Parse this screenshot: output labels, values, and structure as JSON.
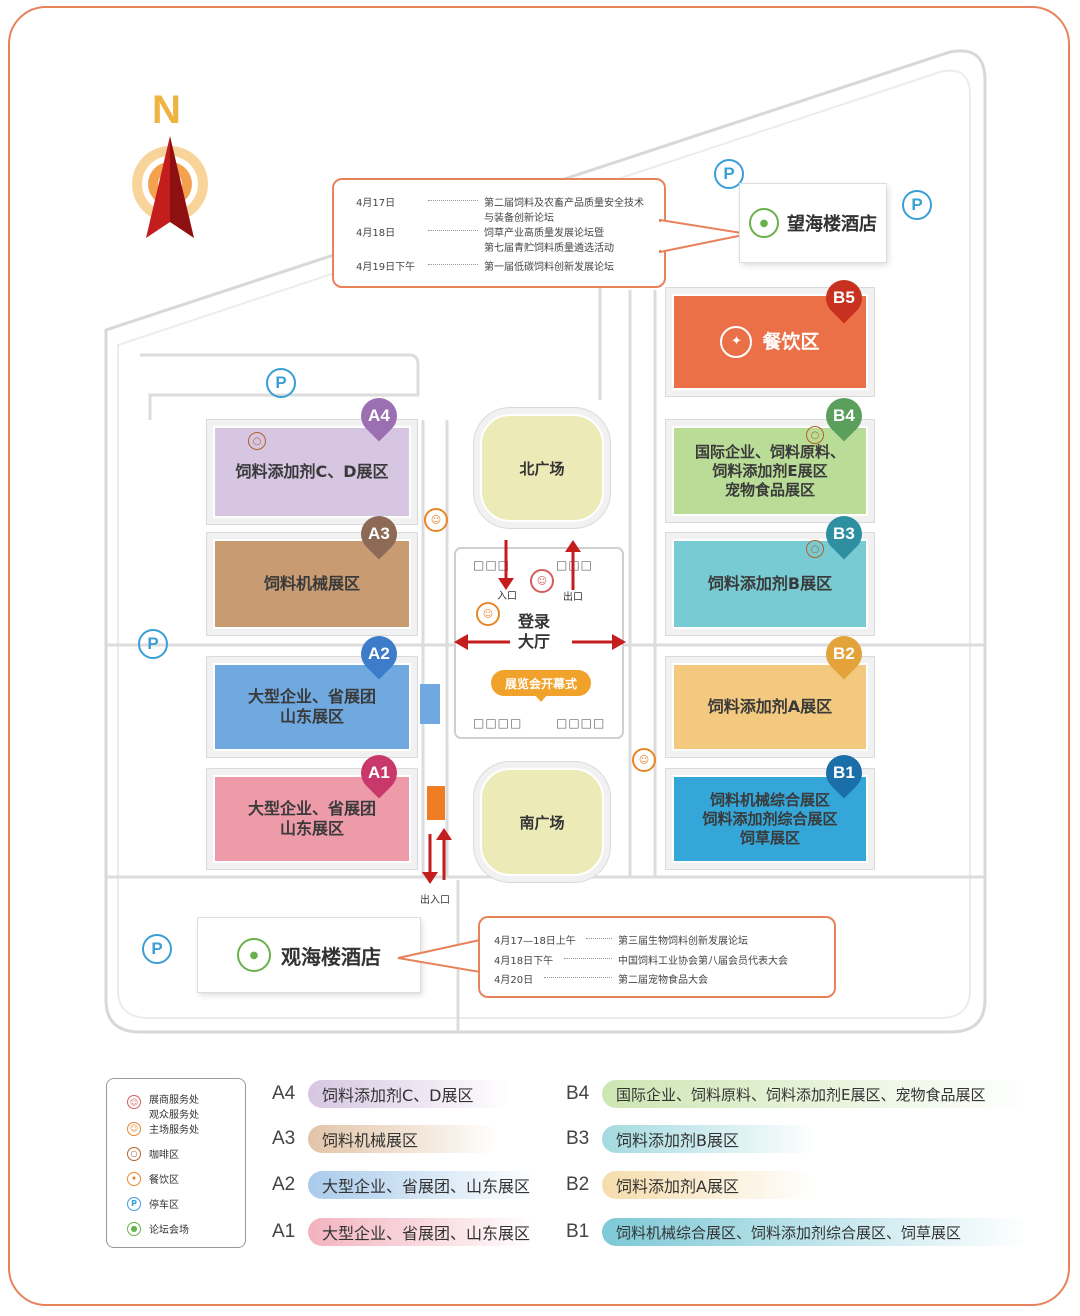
{
  "compass": {
    "letter": "N"
  },
  "plazas": {
    "north": "北广场",
    "south": "南广场"
  },
  "lobby": {
    "label_line1": "登录",
    "label_line2": "大厅",
    "entrance": "入口",
    "exit": "出口",
    "ceremony": "展览会开幕式",
    "side_gate": "出入口"
  },
  "halls": {
    "A4": {
      "code": "A4",
      "name": "饲料添加剂C、D展区",
      "color": "#d7c6e2",
      "tag_color": "#9b6fb1"
    },
    "A3": {
      "code": "A3",
      "name": "饲料机械展区",
      "color": "#c89b72",
      "tag_color": "#8c6a55"
    },
    "A2": {
      "code": "A2",
      "name_line1": "大型企业、省展团",
      "name_line2": "山东展区",
      "color": "#6fa9df",
      "tag_color": "#3d7cc9"
    },
    "A1": {
      "code": "A1",
      "name_line1": "大型企业、省展团",
      "name_line2": "山东展区",
      "color": "#ed9aa9",
      "tag_color": "#c9386b"
    },
    "B5": {
      "code": "B5",
      "name": "餐饮区",
      "color": "#ec7047",
      "tag_color": "#c8311f"
    },
    "B4": {
      "code": "B4",
      "name_line1": "国际企业、饲料原料、",
      "name_line2": "饲料添加剂E展区",
      "name_line3": "宠物食品展区",
      "color": "#b9dc97",
      "tag_color": "#5aa05c"
    },
    "B3": {
      "code": "B3",
      "name": "饲料添加剂B展区",
      "color": "#78cbd3",
      "tag_color": "#2e8fa0"
    },
    "B2": {
      "code": "B2",
      "name": "饲料添加剂A展区",
      "color": "#f2c97f",
      "tag_color": "#e3a23a"
    },
    "B1": {
      "code": "B1",
      "name_line1": "饲料机械综合展区",
      "name_line2": "饲料添加剂综合展区",
      "name_line3": "饲草展区",
      "color": "#34a6d8",
      "tag_color": "#1a6fa8"
    }
  },
  "hotels": {
    "north": {
      "name": "望海楼酒店"
    },
    "south": {
      "name": "观海楼酒店"
    }
  },
  "forums_north": [
    {
      "date": "4月17日",
      "title_line1": "第二届饲料及农畜产品质量安全技术",
      "title_line2": "与装备创新论坛"
    },
    {
      "date": "4月18日",
      "title_line1": "饲草产业高质量发展论坛暨",
      "title_line2": "第七届青贮饲料质量遴选活动"
    },
    {
      "date": "4月19日下午",
      "title_line1": "第一届低碳饲料创新发展论坛",
      "title_line2": ""
    }
  ],
  "forums_south": [
    {
      "date": "4月17—18日上午",
      "title": "第三届生物饲料创新发展论坛"
    },
    {
      "date": "4月18日下午",
      "title": "中国饲料工业协会第八届会员代表大会"
    },
    {
      "date": "4月20日",
      "title": "第二届宠物食品大会"
    }
  ],
  "parking_label": "P",
  "legend": [
    {
      "icon": "service-icon",
      "label": "展商服务处",
      "label2": "观众服务处",
      "color": "#d65c5c"
    },
    {
      "icon": "main-service-icon",
      "label": "主场服务处",
      "label2": "",
      "color": "#e8862a"
    },
    {
      "icon": "coffee-icon",
      "label": "咖啡区",
      "label2": "",
      "color": "#b0622a"
    },
    {
      "icon": "dining-icon",
      "label": "餐饮区",
      "label2": "",
      "color": "#e8862a"
    },
    {
      "icon": "parking-icon",
      "label": "停车区",
      "label2": "",
      "color": "#3a9fd6"
    },
    {
      "icon": "forum-icon",
      "label": "论坛会场",
      "label2": "",
      "color": "#6ab04c"
    }
  ],
  "key_left": [
    {
      "code": "A4",
      "text": "饲料添加剂C、D展区",
      "color": "#d7c6e2"
    },
    {
      "code": "A3",
      "text": "饲料机械展区",
      "color": "#e2c4a8"
    },
    {
      "code": "A2",
      "text": "大型企业、省展团、山东展区",
      "color": "#a9cbeb"
    },
    {
      "code": "A1",
      "text": "大型企业、省展团、山东展区",
      "color": "#f2b3be"
    }
  ],
  "key_right": [
    {
      "code": "B4",
      "text": "国际企业、饲料原料、饲料添加剂E展区、宠物食品展区",
      "color": "#cde6b3"
    },
    {
      "code": "B3",
      "text": "饲料添加剂B展区",
      "color": "#a3dadf"
    },
    {
      "code": "B2",
      "text": "饲料添加剂A展区",
      "color": "#f5dcab"
    },
    {
      "code": "B1",
      "text": "饲料机械综合展区、饲料添加剂综合展区、饲草展区",
      "color": "#7dc9d6"
    }
  ]
}
